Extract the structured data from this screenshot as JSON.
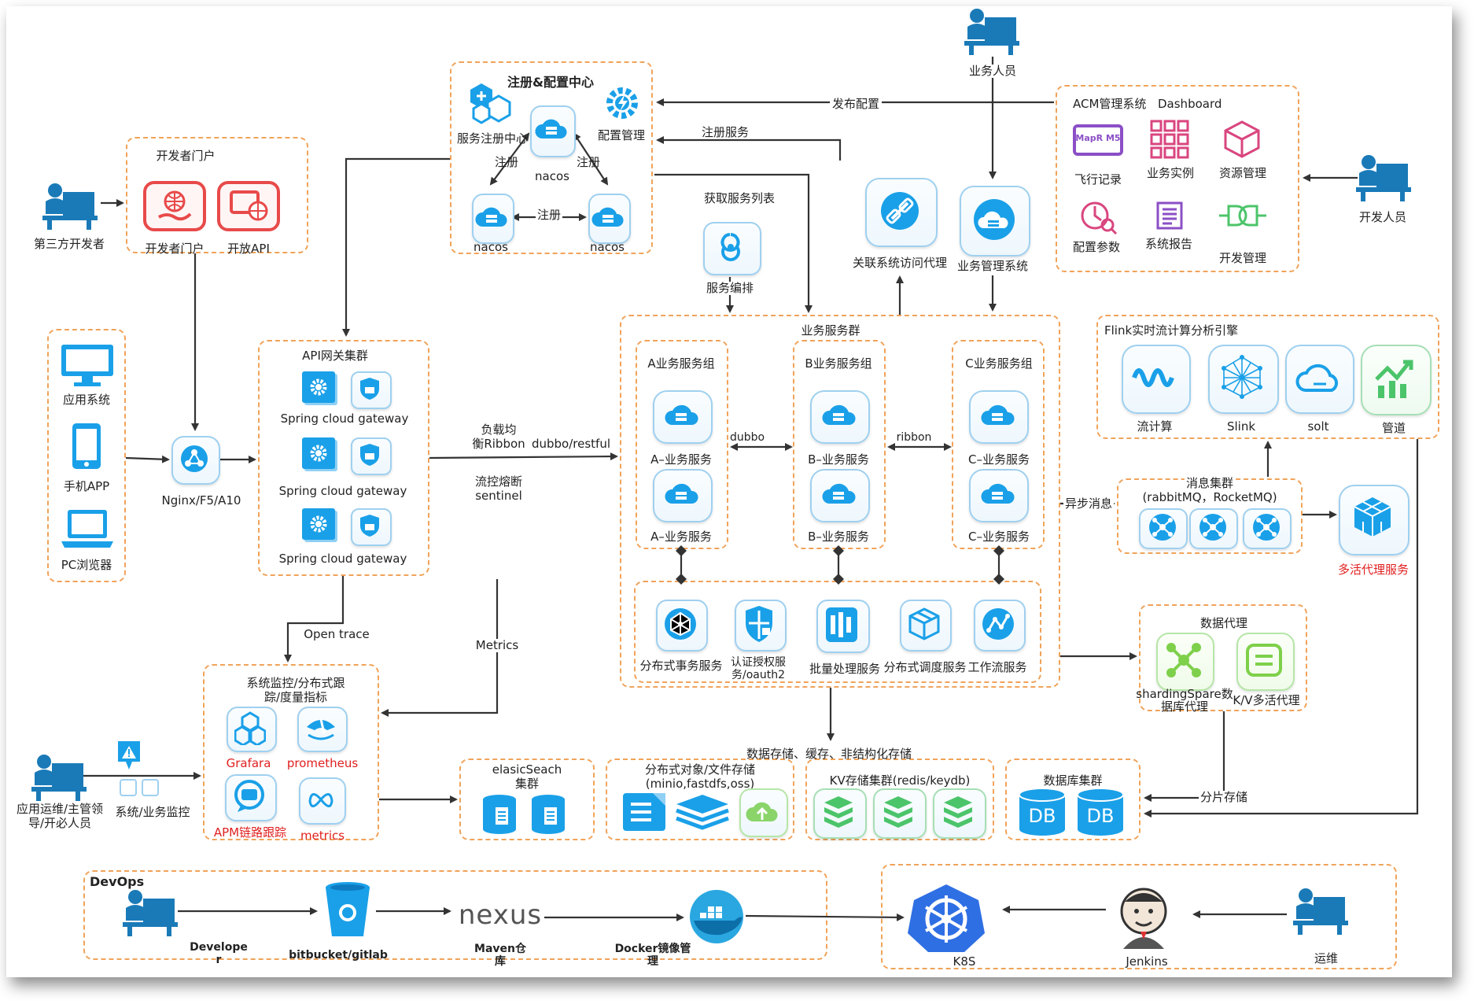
{
  "colors": {
    "dash": "#f0a35a",
    "blue": "#1aa0e8",
    "arrow": "#333333",
    "red": "#e02020",
    "green": "#4cc46a",
    "purple": "#8b4fc6",
    "pink": "#d9467f"
  },
  "registry": {
    "title": "注册&配置中心",
    "service_reg": "服务注册中心",
    "config_mgmt": "配置管理",
    "nacos_center": "nacos",
    "nacos_left": "nacos",
    "nacos_right": "nacos",
    "reg1": "注册",
    "reg2": "注册",
    "reg3": "注册"
  },
  "portal": {
    "title": "开发者门户",
    "dev_portal": "开发者门户",
    "open_api": "开放API",
    "third_party": "第三方开发者"
  },
  "clients": {
    "app_system": "应用系统",
    "mobile": "手机APP",
    "pc": "PC浏览器",
    "lb": "Nginx/F5/A10"
  },
  "gateway": {
    "title": "API网关集群",
    "gw1": "Spring cloud gateway",
    "gw2": "Spring cloud gateway",
    "gw3": "Spring cloud gateway"
  },
  "edges": {
    "publish_config": "发布配置",
    "register_service": "注册服务",
    "get_service_list": "获取服务列表",
    "service_orch": "服务编排",
    "lb1": "负载均",
    "lb2": "衡Ribbon",
    "dubbo_restful": "dubbo/restful",
    "flow1": "流控熔断",
    "flow2": "sentinel",
    "dubbo": "dubbo",
    "ribbon": "ribbon",
    "async_msg": "异步消息",
    "open_trace": "Open trace",
    "metrics": "Metrics",
    "data_storage": "数据存储、缓存、非结构化存储",
    "shard_storage": "分片存储"
  },
  "business": {
    "title": "业务服务群",
    "group_a": "A业务服务组",
    "group_b": "B业务服务组",
    "group_c": "C业务服务组",
    "a1": "A–业务服务",
    "a2": "A–业务服务",
    "b1": "B–业务服务",
    "b2": "B–业务服务",
    "c1": "C–业务服务",
    "c2": "C–业务服务"
  },
  "common": {
    "tx": "分布式事务服务",
    "auth1": "认证授权服",
    "auth2": "务/oauth2",
    "batch": "批量处理服务",
    "sched": "分布式调度服务",
    "workflow": "工作流服务"
  },
  "biz_user": {
    "label": "业务人员"
  },
  "assoc": {
    "proxy": "关联系统访问代理",
    "biz_mgmt": "业务管理系统"
  },
  "acm": {
    "title": "ACM管理系统",
    "dashboard": "Dashboard",
    "mapr_text": "MapR M5",
    "flight": "飞行记录",
    "instances": "业务实例",
    "resource": "资源管理",
    "config_param": "配置参数",
    "report": "系统报告",
    "dev_mgmt": "开发管理",
    "developer": "开发人员"
  },
  "flink": {
    "title": "Flink实时流计算分析引擎",
    "stream": "流计算",
    "slink": "Slink",
    "solt": "solt",
    "pipeline": "管道"
  },
  "mq": {
    "title1": "消息集群",
    "title2": "(rabbitMQ，RocketMQ)",
    "active_proxy": "多活代理服务"
  },
  "dataproxy": {
    "title": "数据代理",
    "sharding1": "shardingSpare数",
    "sharding2": "据库代理",
    "kv_active": "K/V多活代理"
  },
  "monitor": {
    "title1": "系统监控/分布式跟",
    "title2": "踪/度量指标",
    "grafana": "Grafara",
    "prometheus": "prometheus",
    "apm": "APM链路跟踪",
    "metrics": "metrics",
    "ops_user1": "应用运维/主管领",
    "ops_user2": "导/开必人员",
    "sys_monitor": "系统/业务监控"
  },
  "storage": {
    "es1": "elasicSeach",
    "es2": "集群",
    "obj1": "分布式对象/文件存储",
    "obj2": "(minio,fastdfs,oss)",
    "kv": "KV存储集群(redis/keydb)",
    "db": "数据库集群",
    "db_text1": "DB",
    "db_text2": "DB"
  },
  "devops": {
    "title": "DevOps",
    "developer1": "Develope",
    "developer2": "r",
    "bitbucket": "bitbucket/gitlab",
    "nexus_logo": "nexus",
    "maven1": "Maven仓",
    "maven2": "库",
    "docker1": "Docker镜像管",
    "docker2": "理",
    "k8s": "K8S",
    "jenkins": "Jenkins",
    "ops": "运维"
  }
}
